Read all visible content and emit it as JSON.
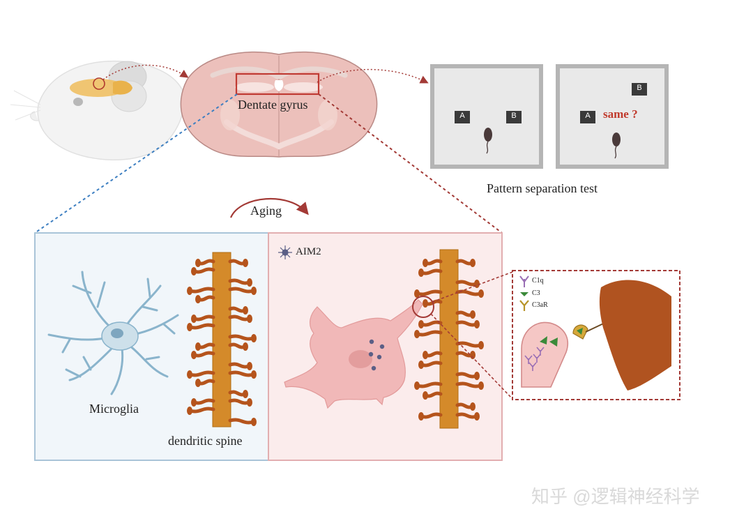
{
  "labels": {
    "dentate_gyrus": "Dentate gyrus",
    "pattern_test": "Pattern separation test",
    "aging": "Aging",
    "aim2": "AIM2",
    "microglia": "Microglia",
    "dendritic_spine": "dendritic spine",
    "same_question": "same ?",
    "box_a": "A",
    "box_b": "B",
    "c1q": "C1q",
    "c3": "C3",
    "c3ar": "C3aR",
    "watermark": "知乎 @逻辑神经科学"
  },
  "colors": {
    "dendrite": "#d48a2a",
    "spine": "#b5541c",
    "young_panel": "#f1f6fa",
    "young_border": "#a9c4d8",
    "aged_panel": "#fbecec",
    "aged_border": "#e2aeb0",
    "highlight": "#c0392b",
    "young_link": "#3d7fc1",
    "brain": "#ecc0bb",
    "hippocampus": "#f4c56a",
    "aim2": "#5b5f86"
  },
  "icons": [
    "mouse-head",
    "brain-section",
    "arena",
    "mouse-icon",
    "microglia-cell",
    "dendrite",
    "aim2-icon",
    "c1q-icon",
    "c3-icon",
    "c3ar-icon",
    "neuron-terminal"
  ]
}
